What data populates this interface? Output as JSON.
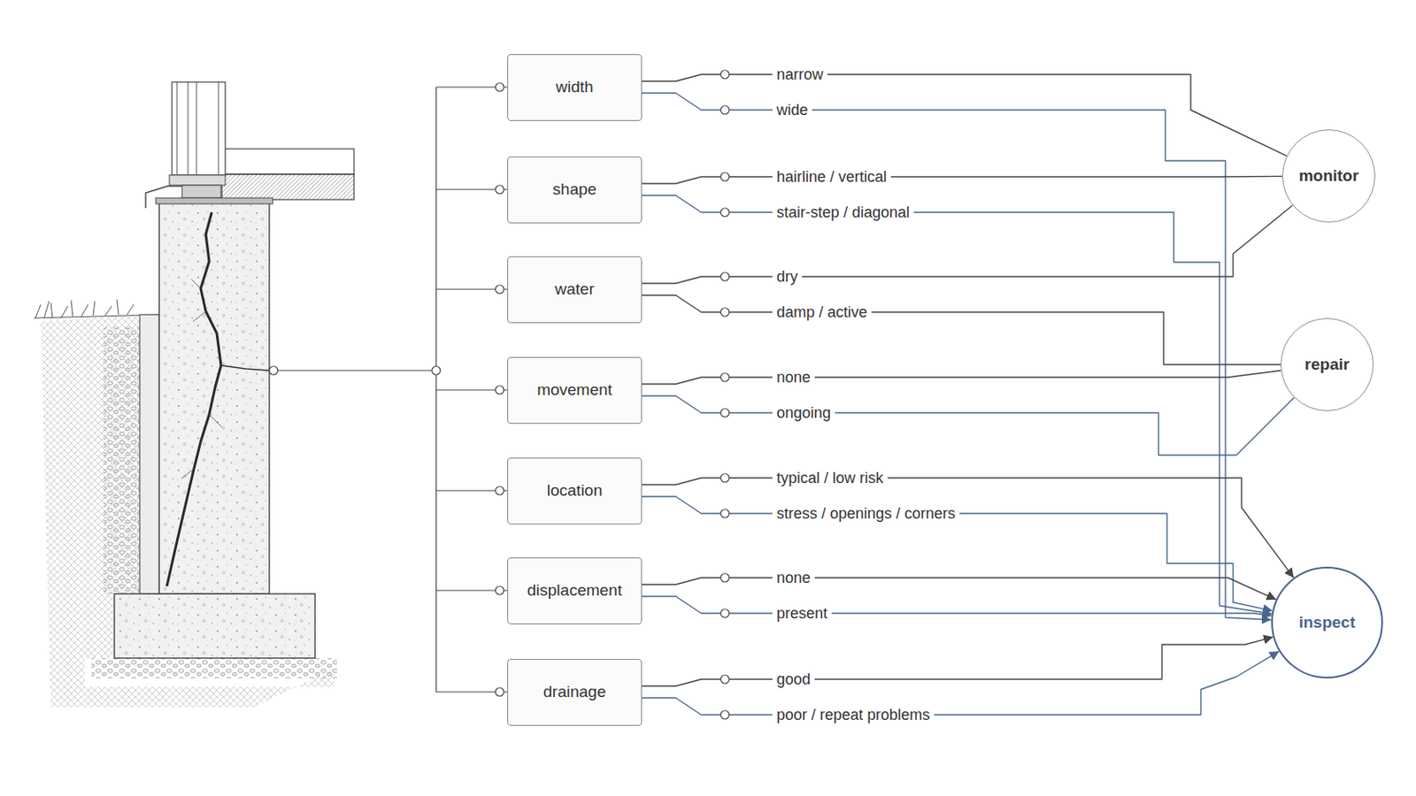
{
  "diagram": {
    "nodes": [
      {
        "text": [
          "width"
        ]
      },
      {
        "text": [
          "shape"
        ]
      },
      {
        "text": [
          "water"
        ]
      },
      {
        "text": [
          "movement"
        ]
      },
      {
        "text": [
          "location"
        ]
      },
      {
        "text": [
          "displacement"
        ]
      },
      {
        "text": [
          "drainage"
        ]
      },
      {
        "text": [
          "monitor"
        ]
      },
      {
        "text": [
          "repair"
        ]
      },
      {
        "text": [
          "inspect"
        ]
      }
    ],
    "edges": [
      {
        "from": 0,
        "to": 7,
        "label": "narrow",
        "arrow": "none"
      },
      {
        "from": 0,
        "to": 9,
        "label": "wide",
        "arrow": "to"
      },
      {
        "from": 1,
        "to": 7,
        "label": "hairline / vertical",
        "arrow": "none"
      },
      {
        "from": 1,
        "to": 9,
        "label": "stair-step / diagonal",
        "arrow": "to"
      },
      {
        "from": 2,
        "to": 7,
        "label": "dry",
        "arrow": "none"
      },
      {
        "from": 2,
        "to": 8,
        "label": "damp / active",
        "arrow": "none"
      },
      {
        "from": 3,
        "to": 8,
        "label": "none",
        "arrow": "none"
      },
      {
        "from": 3,
        "to": 8,
        "label": "ongoing",
        "arrow": "none"
      },
      {
        "from": 4,
        "to": 9,
        "label": "typical / low risk",
        "arrow": "to"
      },
      {
        "from": 4,
        "to": 9,
        "label": "stress / openings / corners",
        "arrow": "to"
      },
      {
        "from": 5,
        "to": 9,
        "label": "none",
        "arrow": "to"
      },
      {
        "from": 5,
        "to": 9,
        "label": "present",
        "arrow": "to"
      },
      {
        "from": 6,
        "to": 9,
        "label": "good",
        "arrow": "to"
      },
      {
        "from": 6,
        "to": 9,
        "label": "poor / repeat problems",
        "arrow": "to"
      }
    ]
  }
}
